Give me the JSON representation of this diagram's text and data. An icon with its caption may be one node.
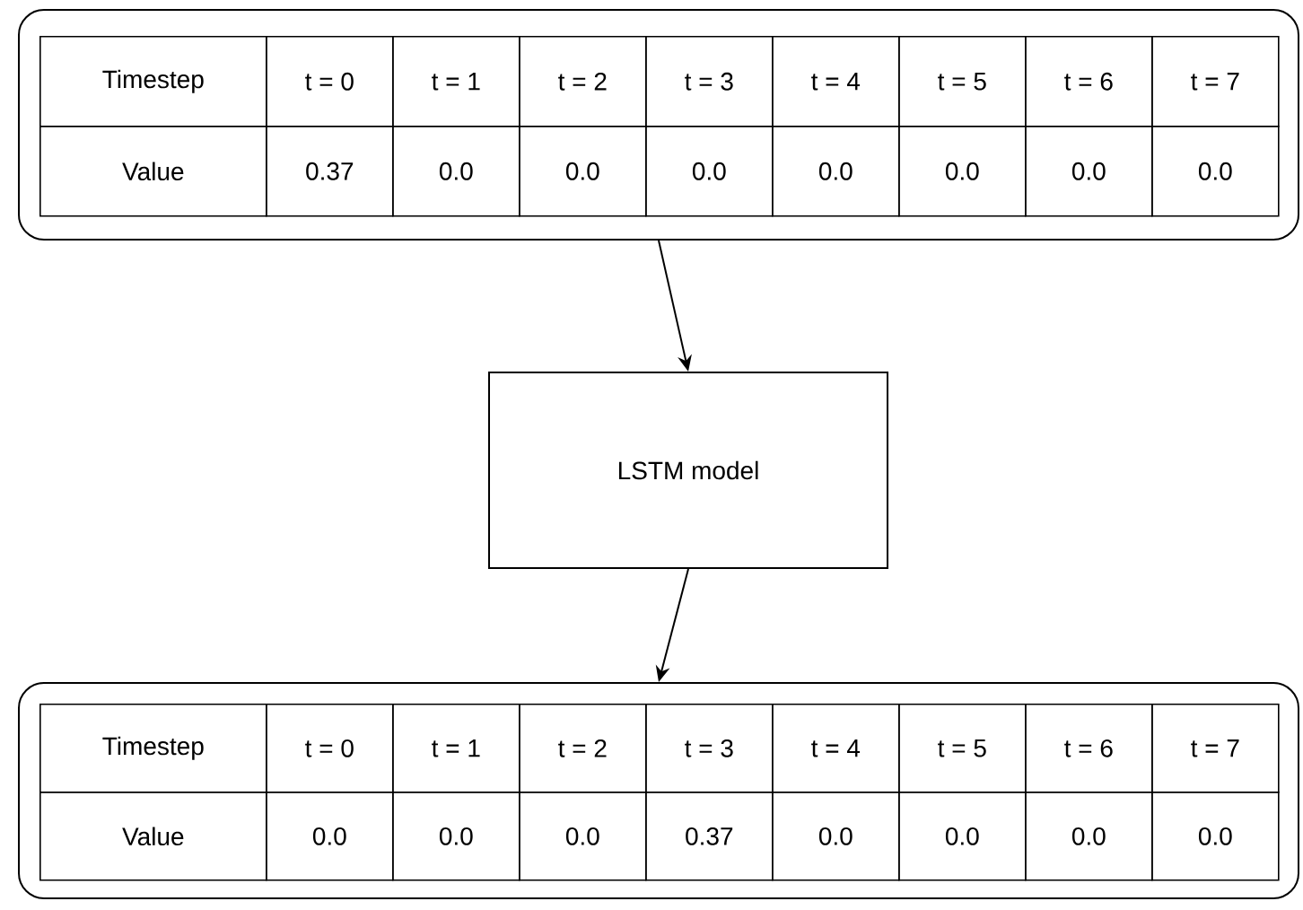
{
  "diagram": {
    "nodes": [
      {
        "text": [],
        "shape": "box"
      },
      {
        "text": [
          "LSTM model"
        ]
      },
      {
        "text": [],
        "shape": "box"
      }
    ],
    "edges": [
      {
        "from": 0,
        "to": 1,
        "arrow": "to"
      },
      {
        "from": 1,
        "to": 2,
        "arrow": "to"
      }
    ],
    "labels": [
      "Timestep",
      "t = 0",
      "t = 1",
      "t = 2",
      "t = 3",
      "t = 4",
      "t = 5",
      "t = 6",
      "t = 7",
      "Value",
      "0.37",
      "0.0",
      "0.0",
      "0.0",
      "0.0",
      "0.0",
      "0.0",
      "0.0",
      "Timestep",
      "t = 0",
      "t = 1",
      "t = 2",
      "t = 3",
      "t = 4",
      "t = 5",
      "t = 6",
      "t = 7",
      "Value",
      "0.0",
      "0.0",
      "0.0",
      "0.37",
      "0.0",
      "0.0",
      "0.0",
      "0.0"
    ]
  }
}
